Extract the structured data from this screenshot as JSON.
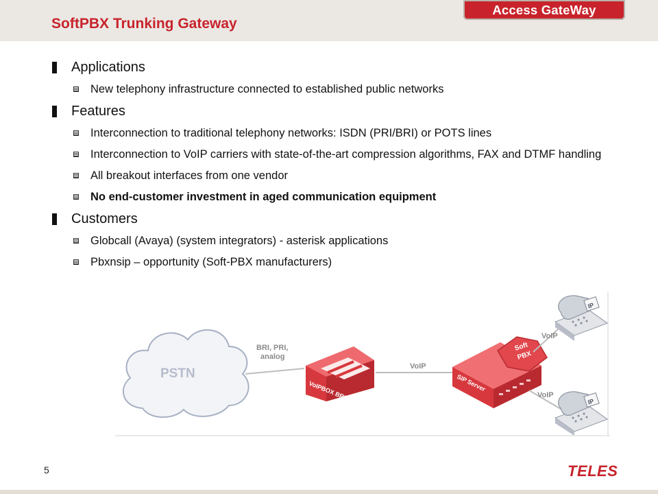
{
  "header": {
    "title": "SoftPBX Trunking Gateway",
    "tab_label": "Access GateWay"
  },
  "sections": [
    {
      "heading": "Applications",
      "items": [
        {
          "text": "New telephony infrastructure connected to established public networks",
          "bold": false
        }
      ]
    },
    {
      "heading": "Features",
      "items": [
        {
          "text": "Interconnection to traditional telephony networks: ISDN (PRI/BRI) or POTS lines",
          "bold": false
        },
        {
          "text": "Interconnection to VoIP carriers with state-of-the-art compression algorithms, FAX and DTMF handling",
          "bold": false
        },
        {
          "text": "All breakout interfaces from one vendor",
          "bold": false
        },
        {
          "text": "No end-customer investment in aged communication equipment",
          "bold": true
        }
      ]
    },
    {
      "heading": "Customers",
      "items": [
        {
          "text": "Globcall (Avaya) (system integrators) - asterisk applications",
          "bold": false
        },
        {
          "text": "Pbxnsip – opportunity (Soft-PBX manufacturers)",
          "bold": false
        }
      ]
    }
  ],
  "diagram": {
    "cloud_label": "PSTN",
    "link1_label_line1": "BRI, PRI,",
    "link1_label_line2": "analog",
    "gateway_label": "VoIPBOX BRI",
    "link2_label": "VoIP",
    "server_label": "SIP Server",
    "badge_line1": "Soft",
    "badge_line2": "PBX",
    "phone_link_top": "VoIP",
    "phone_link_bottom": "VoIP",
    "phone_tag": "IP"
  },
  "footer": {
    "page_number": "5",
    "logo_text": "TELES"
  },
  "colors": {
    "accent": "#c8232c",
    "header_band": "#ebe8e4"
  }
}
